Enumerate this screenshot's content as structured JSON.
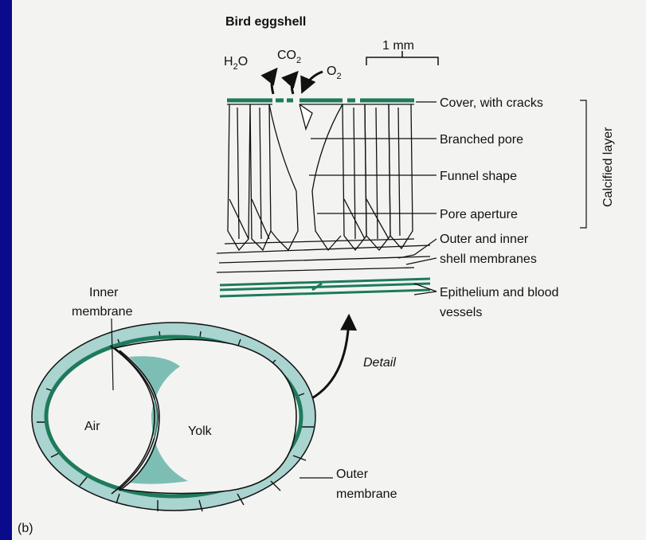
{
  "diagram": {
    "title": "Bird eggshell",
    "panel_label": "(b)",
    "gases": {
      "h2o": "H",
      "h2o_sub": "2",
      "h2o_tail": "O",
      "co2": "CO",
      "co2_sub": "2",
      "o2": "O",
      "o2_sub": "2"
    },
    "scale_bar": "1 mm",
    "layer_labels": {
      "cover": "Cover, with cracks",
      "branched_pore": "Branched pore",
      "funnel": "Funnel shape",
      "aperture": "Pore aperture",
      "membranes_1": "Outer and inner",
      "membranes_2": "shell membranes",
      "epithelium_1": "Epithelium and blood",
      "epithelium_2": "vessels",
      "calcified": "Calcified layer"
    },
    "egg_labels": {
      "inner_membrane_1": "Inner",
      "inner_membrane_2": "membrane",
      "air": "Air",
      "yolk": "Yolk",
      "detail": "Detail",
      "outer_membrane_1": "Outer",
      "outer_membrane_2": "membrane"
    },
    "colors": {
      "frame": "#0a0a8c",
      "shell_fill": "#a9d4d0",
      "membrane": "#1e7a5c",
      "yolk_shade": "#4aa79a"
    }
  }
}
